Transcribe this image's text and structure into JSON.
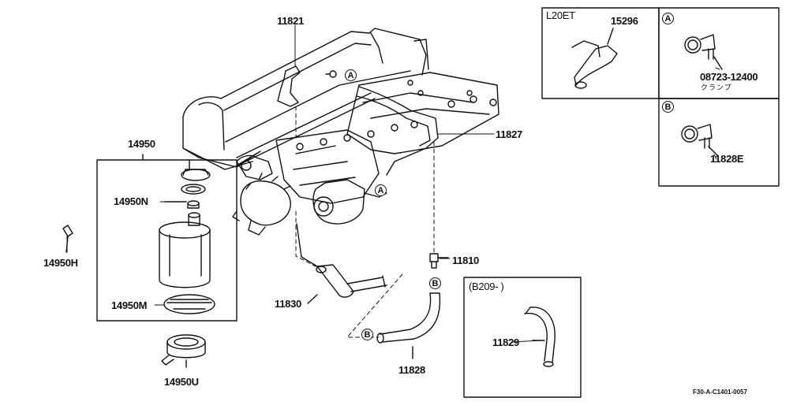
{
  "callouts": {
    "p11821": "11821",
    "p11827": "11827",
    "p11810": "11810",
    "p11830": "11830",
    "p11828": "11828",
    "p11829": "11829",
    "p14950": "14950",
    "p14950n": "14950N",
    "p14950h": "14950H",
    "p14950m": "14950M",
    "p14950u": "14950U",
    "p15296": "15296",
    "p08723": "08723-12400",
    "p11828e": "11828E"
  },
  "notes": {
    "l20et": "L20ET",
    "clamp_jp": "クランプ",
    "b209": "(B209-    )",
    "footer": "F30-A-C1401-0057"
  },
  "markers": {
    "a": "A",
    "b": "B"
  }
}
